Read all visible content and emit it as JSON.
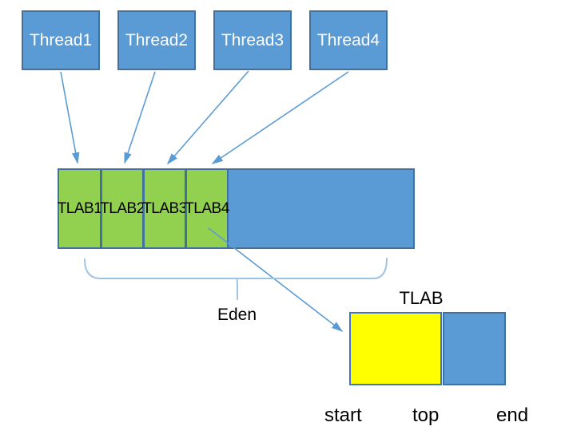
{
  "threads": [
    {
      "label": "Thread1"
    },
    {
      "label": "Thread2"
    },
    {
      "label": "Thread3"
    },
    {
      "label": "Thread4"
    }
  ],
  "eden_region": {
    "tlab_cells": [
      {
        "label": "TLAB1"
      },
      {
        "label": "TLAB2"
      },
      {
        "label": "TLAB3"
      },
      {
        "label": "TLAB4"
      }
    ],
    "brace_label": "Eden"
  },
  "tlab_detail": {
    "title": "TLAB",
    "pointers": [
      {
        "label": "start"
      },
      {
        "label": "top"
      },
      {
        "label": "end"
      }
    ]
  },
  "colors": {
    "box_blue": "#5B9BD5",
    "box_blue_border": "#41719C",
    "tlab_green": "#92D050",
    "tlab_used_yellow": "#FFFF00",
    "yellow_border": "#4472C4",
    "arrow_blue": "#5B9BD5",
    "brace_light_blue": "#9DC3E6",
    "text_black": "#000000",
    "text_white": "#FFFFFF"
  }
}
